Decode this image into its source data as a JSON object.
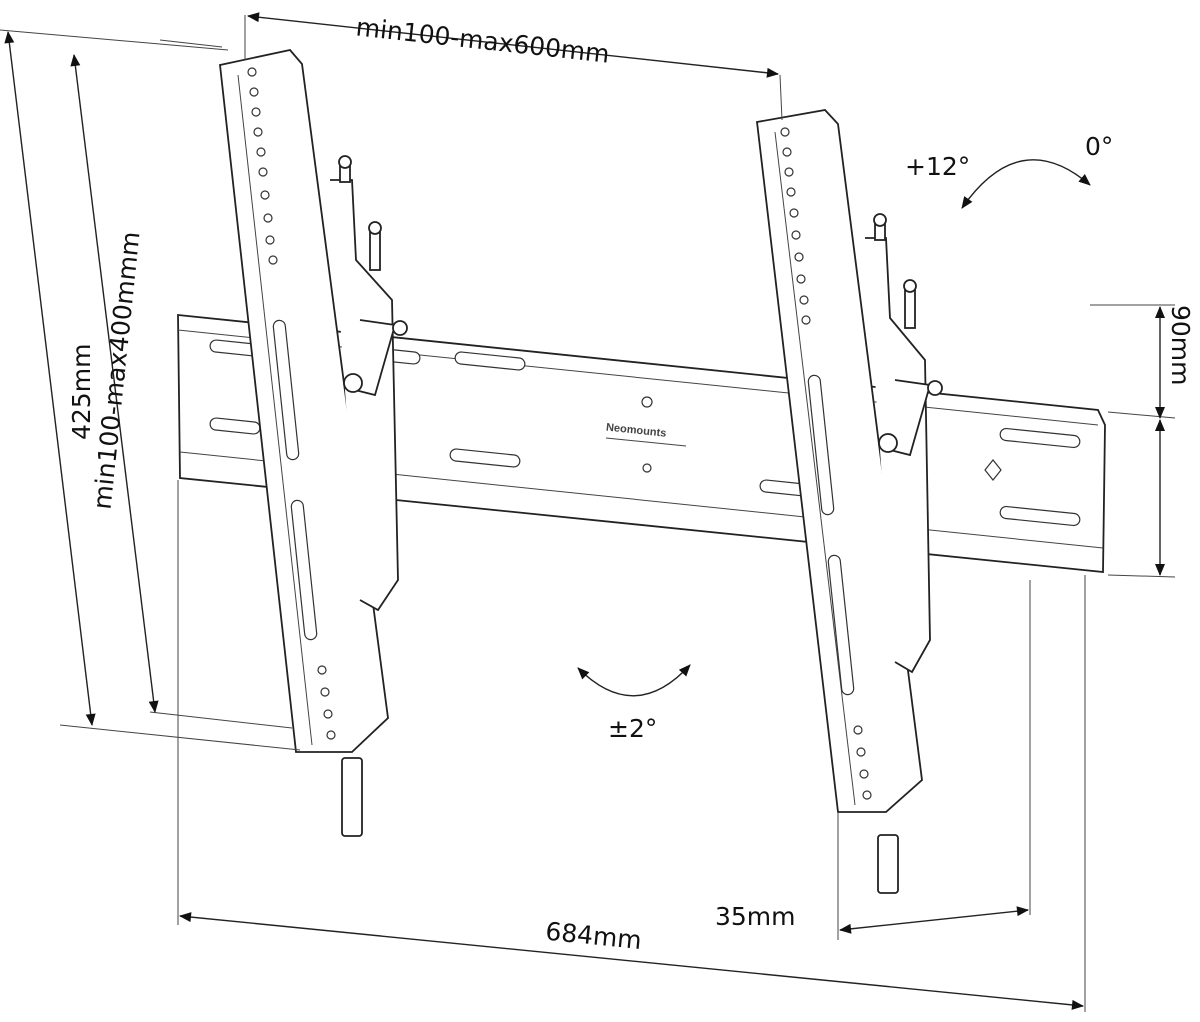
{
  "diagram": {
    "brand_logo": "Neomounts",
    "labels": {
      "width_range": "min100-max600mm",
      "total_height": "425mm",
      "height_range": "min100-max400mmm",
      "tilt_forward": "+12°",
      "tilt_zero": "0°",
      "rail_height": "90mm",
      "level_adjust": "±2°",
      "depth": "35mm",
      "rail_width": "684mm"
    },
    "colors": {
      "line": "#222222",
      "background": "#ffffff"
    }
  }
}
